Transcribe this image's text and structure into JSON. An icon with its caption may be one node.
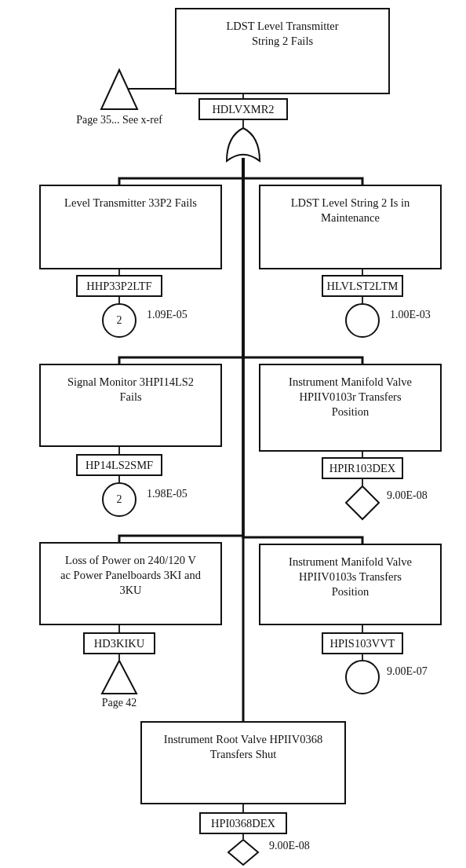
{
  "diagram": {
    "nodes": [
      {
        "text": [
          "LDST Level Transmitter String 2 Fails"
        ]
      },
      {
        "text": [],
        "shape": "triangle",
        "beside": [
          "Page 35... See x-ref"
        ]
      },
      {
        "text": [
          "HDLVXMR2"
        ]
      },
      {
        "text": [],
        "shape": "gate"
      },
      {
        "text": [
          "Level Transmitter 33P2 Fails"
        ]
      },
      {
        "text": [
          "HHP33P2LTF"
        ]
      },
      {
        "text": [
          "2"
        ],
        "beside": [
          "1.09E-05"
        ]
      },
      {
        "text": [
          "LDST Level String 2 Is in Maintenance"
        ]
      },
      {
        "text": [
          "HLVLST2LTM"
        ]
      },
      {
        "text": [],
        "shape": "circle",
        "beside": [
          "1.00E-03"
        ]
      },
      {
        "text": [
          "Signal Monitor 3HPI14LS2 Fails"
        ]
      },
      {
        "text": [
          "HP14LS2SMF"
        ]
      },
      {
        "text": [
          "2"
        ],
        "beside": [
          "1.98E-05"
        ]
      },
      {
        "text": [
          "Instrument Manifold Valve HPIIV0103r Transfers Position"
        ]
      },
      {
        "text": [
          "HPIR103DEX"
        ]
      },
      {
        "text": [],
        "shape": "diamond",
        "beside": [
          "9.00E-08"
        ]
      },
      {
        "text": [
          "Loss of Power on 240/120 V ac Power Panelboards 3KI and 3KU"
        ]
      },
      {
        "text": [
          "HD3KIKU"
        ]
      },
      {
        "text": [],
        "shape": "triangle",
        "beside": [
          "Page 42"
        ]
      },
      {
        "text": [
          "Instrument Manifold Valve HPIIV0103s Transfers Position"
        ]
      },
      {
        "text": [
          "HPIS103VVT"
        ]
      },
      {
        "text": [],
        "shape": "circle",
        "beside": [
          "9.00E-07"
        ]
      },
      {
        "text": [
          "Instrument Root Valve HPIIV0368 Transfers Shut"
        ]
      },
      {
        "text": [
          "HPI0368DEX"
        ]
      },
      {
        "text": [],
        "shape": "diamond",
        "beside": [
          "9.00E-08"
        ]
      }
    ],
    "edges": [
      {
        "from": 0,
        "to": 1,
        "arrow": "none"
      },
      {
        "from": 0,
        "to": 2,
        "arrow": "none"
      },
      {
        "from": 2,
        "to": 3,
        "arrow": "none"
      },
      {
        "from": 3,
        "to": 4,
        "arrow": "none"
      },
      {
        "from": 3,
        "to": 7,
        "arrow": "none"
      },
      {
        "from": 3,
        "to": 10,
        "arrow": "none"
      },
      {
        "from": 3,
        "to": 13,
        "arrow": "none"
      },
      {
        "from": 3,
        "to": 16,
        "arrow": "none"
      },
      {
        "from": 3,
        "to": 19,
        "arrow": "none"
      },
      {
        "from": 3,
        "to": 22,
        "arrow": "none"
      },
      {
        "from": 4,
        "to": 5,
        "arrow": "none"
      },
      {
        "from": 5,
        "to": 6,
        "arrow": "none"
      },
      {
        "from": 7,
        "to": 8,
        "arrow": "none"
      },
      {
        "from": 8,
        "to": 9,
        "arrow": "none"
      },
      {
        "from": 10,
        "to": 11,
        "arrow": "none"
      },
      {
        "from": 11,
        "to": 12,
        "arrow": "none"
      },
      {
        "from": 13,
        "to": 14,
        "arrow": "none"
      },
      {
        "from": 14,
        "to": 15,
        "arrow": "none"
      },
      {
        "from": 16,
        "to": 17,
        "arrow": "none"
      },
      {
        "from": 17,
        "to": 18,
        "arrow": "none"
      },
      {
        "from": 19,
        "to": 20,
        "arrow": "none"
      },
      {
        "from": 20,
        "to": 21,
        "arrow": "none"
      },
      {
        "from": 22,
        "to": 23,
        "arrow": "none"
      },
      {
        "from": 23,
        "to": 24,
        "arrow": "none"
      }
    ]
  }
}
